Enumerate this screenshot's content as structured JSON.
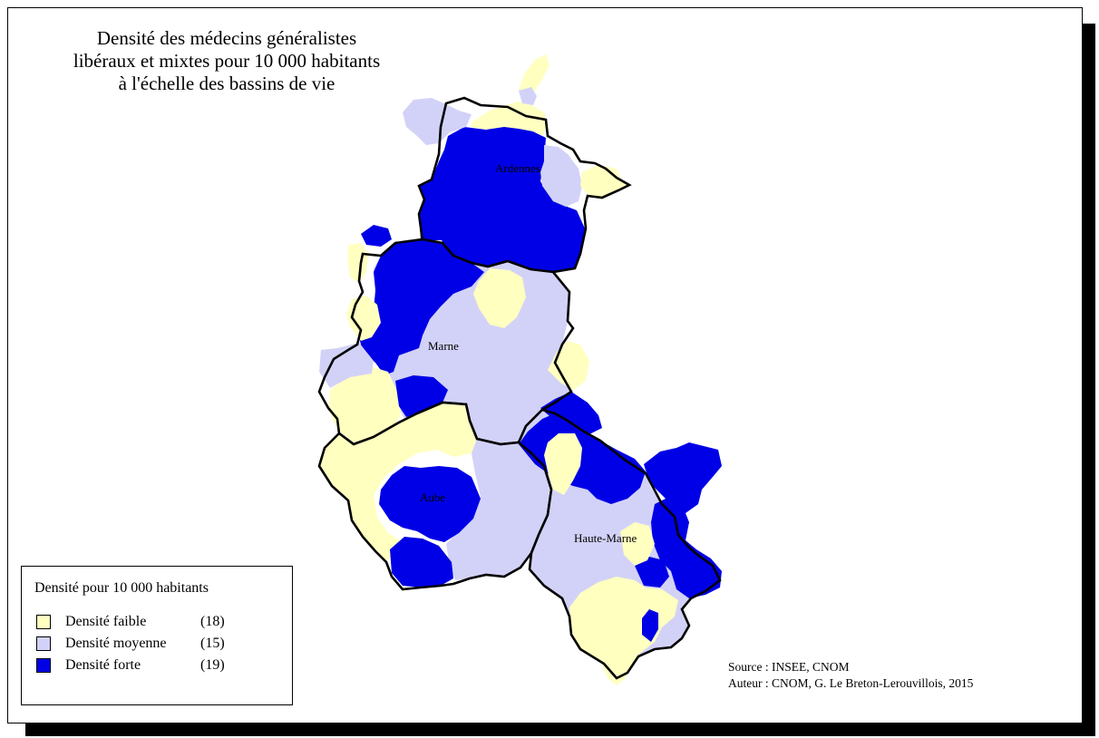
{
  "title": {
    "line1": "Densité des médecins généralistes",
    "line2": "libéraux et mixtes pour 10 000 habitants",
    "line3": "à l'échelle des bassins de vie"
  },
  "colors": {
    "faible": "#ffffc0",
    "moyenne": "#d2d2f8",
    "forte": "#0000e6",
    "border": "#000000",
    "background": "#ffffff"
  },
  "departments": [
    {
      "name": "Ardennes"
    },
    {
      "name": "Marne"
    },
    {
      "name": "Aube"
    },
    {
      "name": "Haute-Marne"
    }
  ],
  "legend": {
    "title": "Densité pour 10 000 habitants",
    "items": [
      {
        "label": "Densité faible",
        "count": "(18)",
        "color": "#ffffc0"
      },
      {
        "label": "Densité moyenne",
        "count": "(15)",
        "color": "#d2d2f8"
      },
      {
        "label": "Densité forte",
        "count": "(19)",
        "color": "#0000e6"
      }
    ]
  },
  "source": {
    "line1": "Source : INSEE, CNOM",
    "line2": "Auteur : CNOM, G. Le Breton-Lerouvillois, 2015"
  }
}
